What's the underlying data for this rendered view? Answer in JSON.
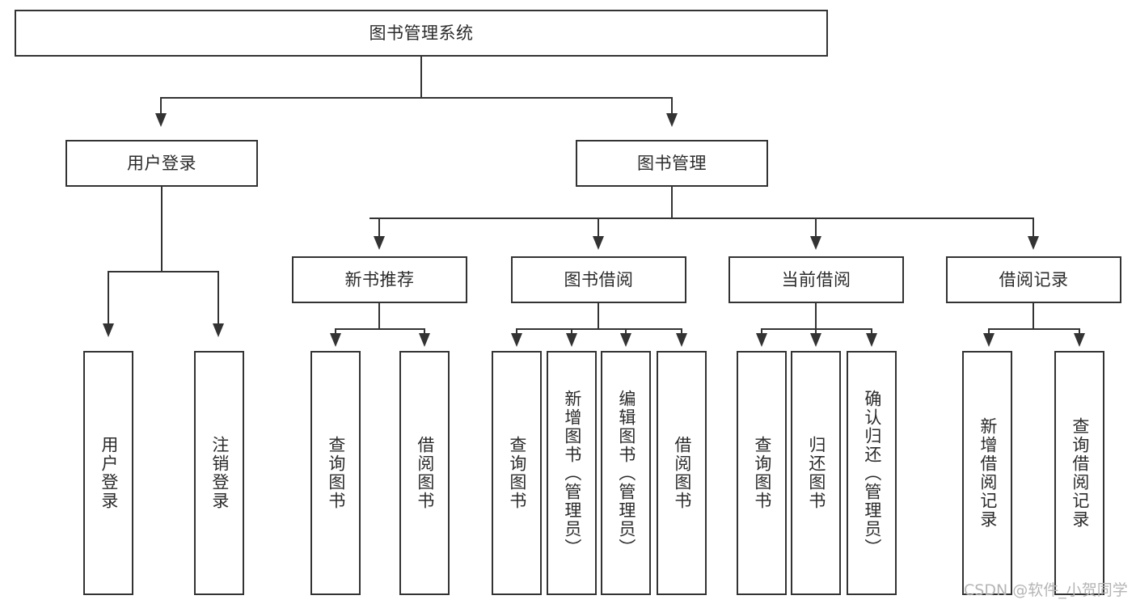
{
  "diagram": {
    "type": "tree-hierarchy-chart",
    "title": "图书管理系统",
    "root": {
      "id": "root",
      "label": "图书管理系统"
    },
    "level2": [
      {
        "id": "user-login",
        "label": "用户登录"
      },
      {
        "id": "book-management",
        "label": "图书管理"
      }
    ],
    "level3": [
      {
        "id": "new-book-recommend",
        "label": "新书推荐",
        "parent": "book-management"
      },
      {
        "id": "book-borrow",
        "label": "图书借阅",
        "parent": "book-management"
      },
      {
        "id": "current-borrow",
        "label": "当前借阅",
        "parent": "book-management"
      },
      {
        "id": "borrow-record",
        "label": "借阅记录",
        "parent": "book-management"
      }
    ],
    "leaves": {
      "user-login": [
        {
          "id": "leaf-user-login",
          "label": "用户登录"
        },
        {
          "id": "leaf-logout",
          "label": "注销登录"
        }
      ],
      "new-book-recommend": [
        {
          "id": "leaf-query-book-1",
          "label": "查询图书"
        },
        {
          "id": "leaf-borrow-book-1",
          "label": "借阅图书"
        }
      ],
      "book-borrow": [
        {
          "id": "leaf-query-book-2",
          "label": "查询图书"
        },
        {
          "id": "leaf-add-book",
          "label": "新增图书（管理员）"
        },
        {
          "id": "leaf-edit-book",
          "label": "编辑图书（管理员）"
        },
        {
          "id": "leaf-borrow-book-2",
          "label": "借阅图书"
        }
      ],
      "current-borrow": [
        {
          "id": "leaf-query-book-3",
          "label": "查询图书"
        },
        {
          "id": "leaf-return-book",
          "label": "归还图书"
        },
        {
          "id": "leaf-confirm-return",
          "label": "确认归还（管理员）"
        }
      ],
      "borrow-record": [
        {
          "id": "leaf-add-record",
          "label": "新增借阅记录"
        },
        {
          "id": "leaf-query-record",
          "label": "查询借阅记录"
        }
      ]
    }
  },
  "watermark": {
    "text": "CSDN @软件_小贺同学"
  },
  "colors": {
    "border": "#333333",
    "text": "#2b2b2b",
    "background": "#ffffff",
    "watermark": "#b5b5b5"
  }
}
